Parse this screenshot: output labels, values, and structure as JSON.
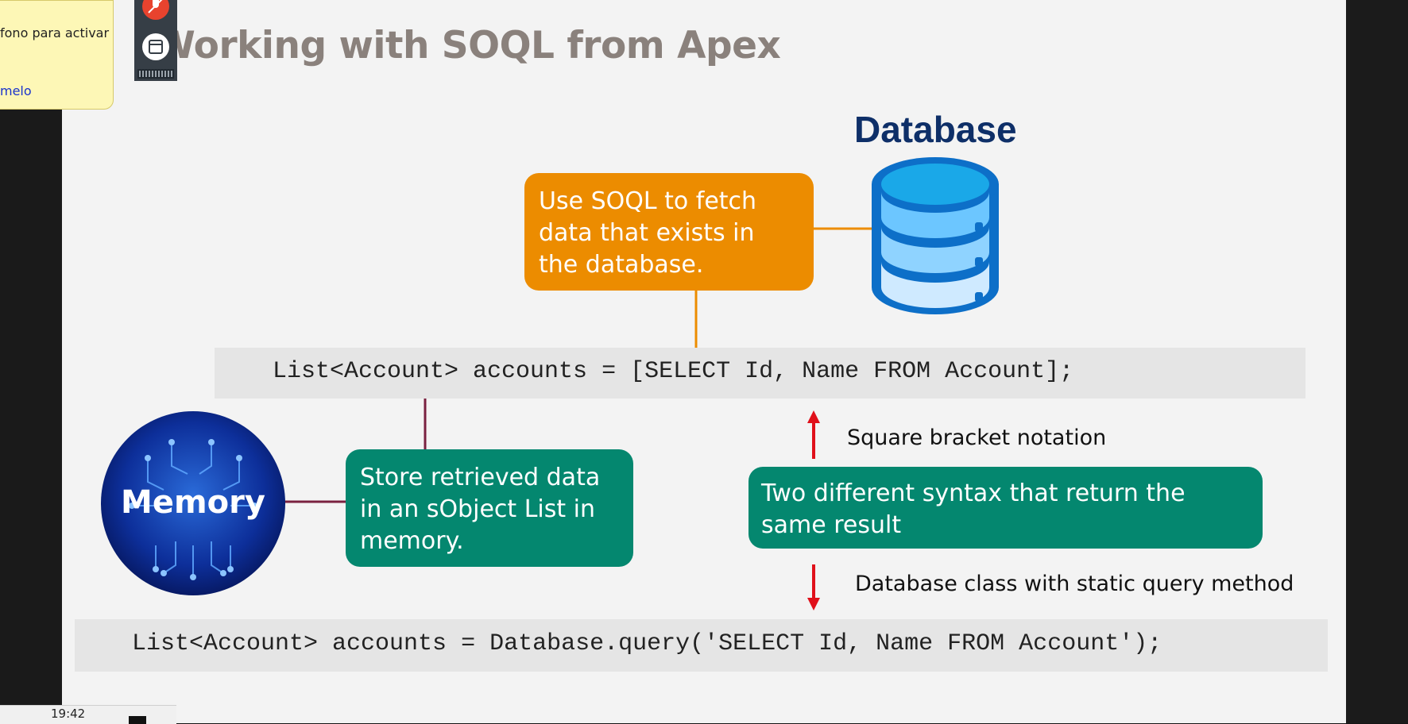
{
  "slide": {
    "title": "Working with SOQL from Apex",
    "database_label": "Database",
    "memory_label": "Memory",
    "callout_fetch": "Use SOQL to fetch\ndata that exists in\nthe database.",
    "callout_store": "Store retrieved data\nin an sObject List in\nmemory.",
    "callout_syntax": "Two different syntax that return the\nsame result",
    "code_inline": "List<Account> accounts = [SELECT Id, Name FROM Account];",
    "code_query": "List<Account> accounts = Database.query('SELECT Id, Name FROM Account');",
    "note_square": "Square bracket notation",
    "note_database": "Database class with static query method"
  },
  "overlay": {
    "tooltip_text": "fono para activar",
    "tooltip_link": "melo",
    "mic_icon": "microphone-muted-icon",
    "window_icon": "window-icon"
  },
  "taskbar": {
    "time": "19:42"
  },
  "colors": {
    "orange": "#ec8c00",
    "green": "#04876f",
    "navy": "#0e2f68",
    "arrow_red": "#e0101a",
    "connector_orange": "#ec8c00",
    "connector_maroon": "#7a2140"
  }
}
